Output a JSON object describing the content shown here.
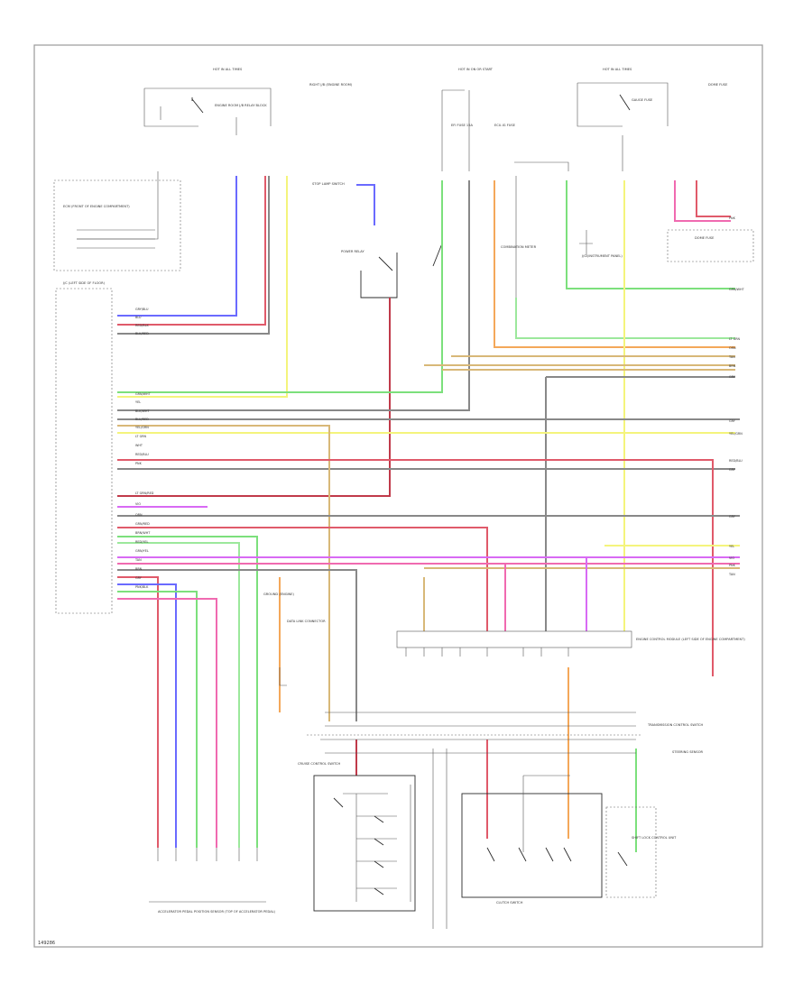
{
  "diagram": {
    "code": "149286",
    "power_labels": [
      {
        "id": "hot-left",
        "text": "HOT IN ALL TIMES"
      },
      {
        "id": "hot-mid",
        "text": "HOT IN ON OR START"
      },
      {
        "id": "hot-right",
        "text": "HOT IN ALL TIMES"
      }
    ],
    "component_labels": [
      {
        "id": "engine-room-relay",
        "text": "ENGINE ROOM J/B RELAY BLOCK"
      },
      {
        "id": "right-jb",
        "text": "RIGHT J/B (ENGINE ROOM)"
      },
      {
        "id": "fuse-efi",
        "text": "EFI FUSE 15A"
      },
      {
        "id": "fuse-ecu-ig",
        "text": "ECU-IG FUSE"
      },
      {
        "id": "fuse-gauge",
        "text": "GAUGE FUSE"
      },
      {
        "id": "fuse-dome",
        "text": "DOME FUSE"
      },
      {
        "id": "ecm-left",
        "text": "ECM (FRONT OF ENGINE COMPARTMENT)"
      },
      {
        "id": "jc-left",
        "text": "J/C (LEFT SIDE OF FLOOR)"
      },
      {
        "id": "stop-lamp",
        "text": "STOP LAMP SWITCH"
      },
      {
        "id": "power-relay",
        "text": "POWER RELAY"
      },
      {
        "id": "combo-meter",
        "text": "COMBINATION METER"
      },
      {
        "id": "jc-mid",
        "text": "J/C (INSTRUMENT PANEL)"
      },
      {
        "id": "ecm-main",
        "text": "ENGINE CONTROL MODULE (LEFT SIDE OF ENGINE COMPARTMENT)"
      },
      {
        "id": "ground",
        "text": "GROUND (ENGINE)"
      },
      {
        "id": "dlc",
        "text": "DATA LINK CONNECTOR"
      },
      {
        "id": "cruise-switch",
        "text": "CRUISE CONTROL SWITCH"
      },
      {
        "id": "transmission-sw",
        "text": "TRANSMISSION CONTROL SWITCH"
      },
      {
        "id": "steering-sensor",
        "text": "STEERING SENSOR"
      },
      {
        "id": "clutch-switch",
        "text": "CLUTCH SWITCH"
      },
      {
        "id": "accel-pedal",
        "text": "ACCELERATOR PEDAL POSITION SENSOR (TOP OF ACCELERATOR PEDAL)"
      },
      {
        "id": "shift-lock",
        "text": "SHIFT LOCK CONTROL UNIT"
      }
    ],
    "wire_labels": [
      {
        "id": "w1",
        "text": "GRY/BLU"
      },
      {
        "id": "w2",
        "text": "BLU"
      },
      {
        "id": "w3",
        "text": "RED/BLK"
      },
      {
        "id": "w4",
        "text": "BLK/RED"
      },
      {
        "id": "w5",
        "text": "GRN/WHT"
      },
      {
        "id": "w6",
        "text": "YEL"
      },
      {
        "id": "w7",
        "text": "BLK/WHT"
      },
      {
        "id": "w8",
        "text": "BLU/RED"
      },
      {
        "id": "w9",
        "text": "YEL/GRN"
      },
      {
        "id": "w10",
        "text": "LT GRN"
      },
      {
        "id": "w11",
        "text": "WHT"
      },
      {
        "id": "w12",
        "text": "RED/BLU"
      },
      {
        "id": "w13",
        "text": "PNK"
      },
      {
        "id": "w14",
        "text": "LT GRN/RED"
      },
      {
        "id": "w15",
        "text": "ORN"
      },
      {
        "id": "w16",
        "text": "GRN/RED"
      },
      {
        "id": "w17",
        "text": "BRN/WHT"
      },
      {
        "id": "w18",
        "text": "RED/YEL"
      },
      {
        "id": "w19",
        "text": "GRN/YEL"
      },
      {
        "id": "w20",
        "text": "BRN"
      },
      {
        "id": "w21",
        "text": "TAN"
      },
      {
        "id": "w22",
        "text": "GRY"
      },
      {
        "id": "w23",
        "text": "PNK/BLK"
      },
      {
        "id": "w24",
        "text": "VIO"
      }
    ]
  },
  "colors": {
    "frame": "#9a9a9a",
    "black": "#2b2b2b",
    "blue": "#6a6aff",
    "red": "#e05a6a",
    "yellow": "#f4f47c",
    "green": "#7ce07c",
    "orange": "#f4a85a",
    "tan": "#d8b878",
    "gray": "#888888",
    "pink": "#f06ab0",
    "violet": "#d86af4",
    "lightgreen": "#9ce89c"
  }
}
